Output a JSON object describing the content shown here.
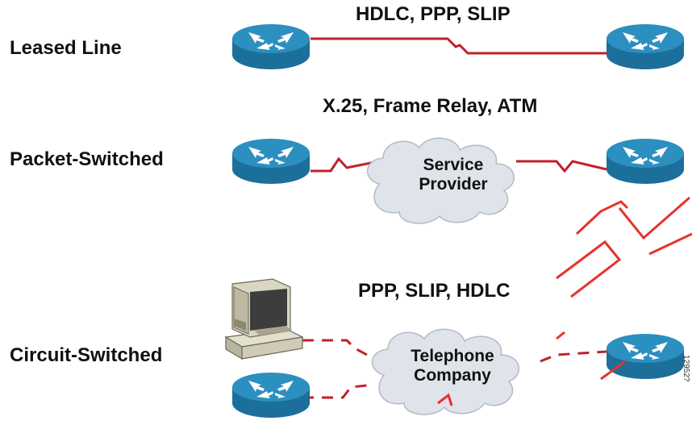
{
  "rows": {
    "leased": {
      "label": "Leased Line",
      "protocols": "HDLC, PPP, SLIP"
    },
    "packet": {
      "label": "Packet-Switched",
      "protocols": "X.25, Frame Relay, ATM",
      "cloud": [
        "Service",
        "Provider"
      ]
    },
    "circuit": {
      "label": "Circuit-Switched",
      "protocols": "PPP, SLIP, HDLC",
      "cloud": [
        "Telephone",
        "Company"
      ]
    }
  },
  "colors": {
    "router_top": "#2b8fbf",
    "router_side": "#1c6f9b",
    "link": "#c0212a",
    "cloud": "#dfe3ea",
    "watermark_stroke": "#e8322d"
  },
  "figure_id": "12952?"
}
